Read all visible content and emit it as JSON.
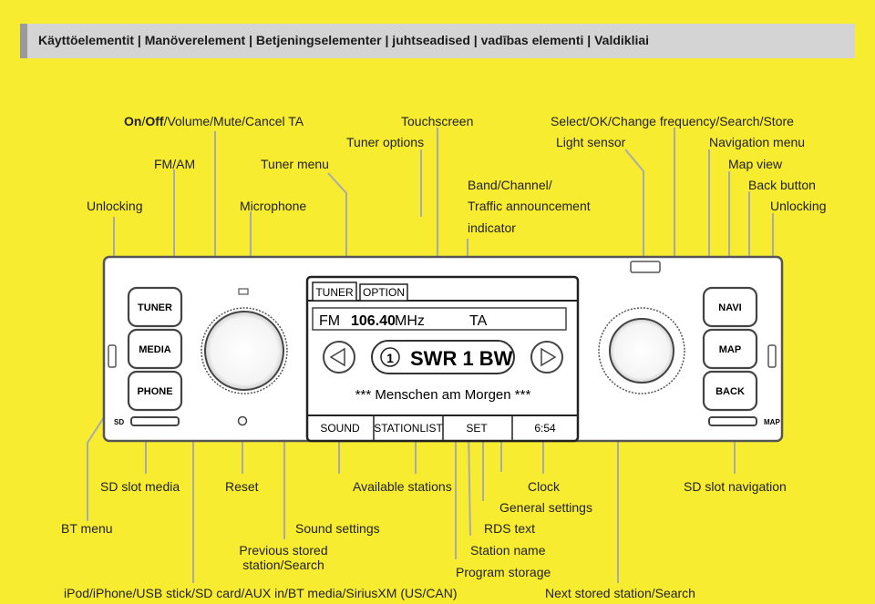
{
  "header": {
    "title_bold": "On",
    "full_title": "Käyttöelementit | Manöverelement | Betjeningselementer | juhtseadised | vadības elementi | Valdikliai"
  },
  "labels_top": {
    "on_off": "On/Off/Volume/Mute/Cancel TA",
    "on_off_a": "On",
    "on_off_b": "/",
    "on_off_c": "Off",
    "on_off_d": "/Volume/Mute/Cancel TA",
    "touchscreen": "Touchscreen",
    "select_ok": "Select/OK/Change frequency/Search/Store",
    "tuner_options": "Tuner options",
    "light_sensor": "Light sensor",
    "navigation_menu": "Navigation menu",
    "fm_am": "FM/AM",
    "tuner_menu": "Tuner menu",
    "map_view": "Map view",
    "band_channel": "Band/Channel/",
    "back_button": "Back button",
    "unlocking_left": "Unlocking",
    "microphone": "Microphone",
    "traffic_announcement": "Traffic announcement",
    "unlocking_right": "Unlocking",
    "indicator": "indicator"
  },
  "labels_bottom": {
    "sd_slot_media": "SD slot media",
    "reset": "Reset",
    "available_stations": "Available stations",
    "clock": "Clock",
    "sd_slot_navigation": "SD slot navigation",
    "general_settings": "General settings",
    "bt_menu": "BT menu",
    "sound_settings": "Sound settings",
    "rds_text": "RDS text",
    "previous_stored_1": "Previous stored",
    "previous_stored_2": "station/Search",
    "station_name": "Station name",
    "program_storage": "Program storage",
    "ipod": "iPod/iPhone/USB stick/SD card/AUX in/BT media/SiriusXM (US/CAN)",
    "next_stored": "Next stored station/Search"
  },
  "device": {
    "buttons_left": [
      "TUNER",
      "MEDIA",
      "PHONE"
    ],
    "buttons_right": [
      "NAVI",
      "MAP",
      "BACK"
    ],
    "sd_left": "SD",
    "map_right": "MAP"
  },
  "screen": {
    "tabs": [
      "TUNER",
      "OPTION"
    ],
    "band": "FM",
    "frequency": "106.40",
    "unit": "MHz",
    "ta": "TA",
    "preset": "1",
    "station": "SWR 1 BW",
    "rds": "*** Menschen am Morgen ***",
    "bottom_tabs": [
      "SOUND",
      "STATIONLIST",
      "SET",
      "6:54"
    ]
  }
}
